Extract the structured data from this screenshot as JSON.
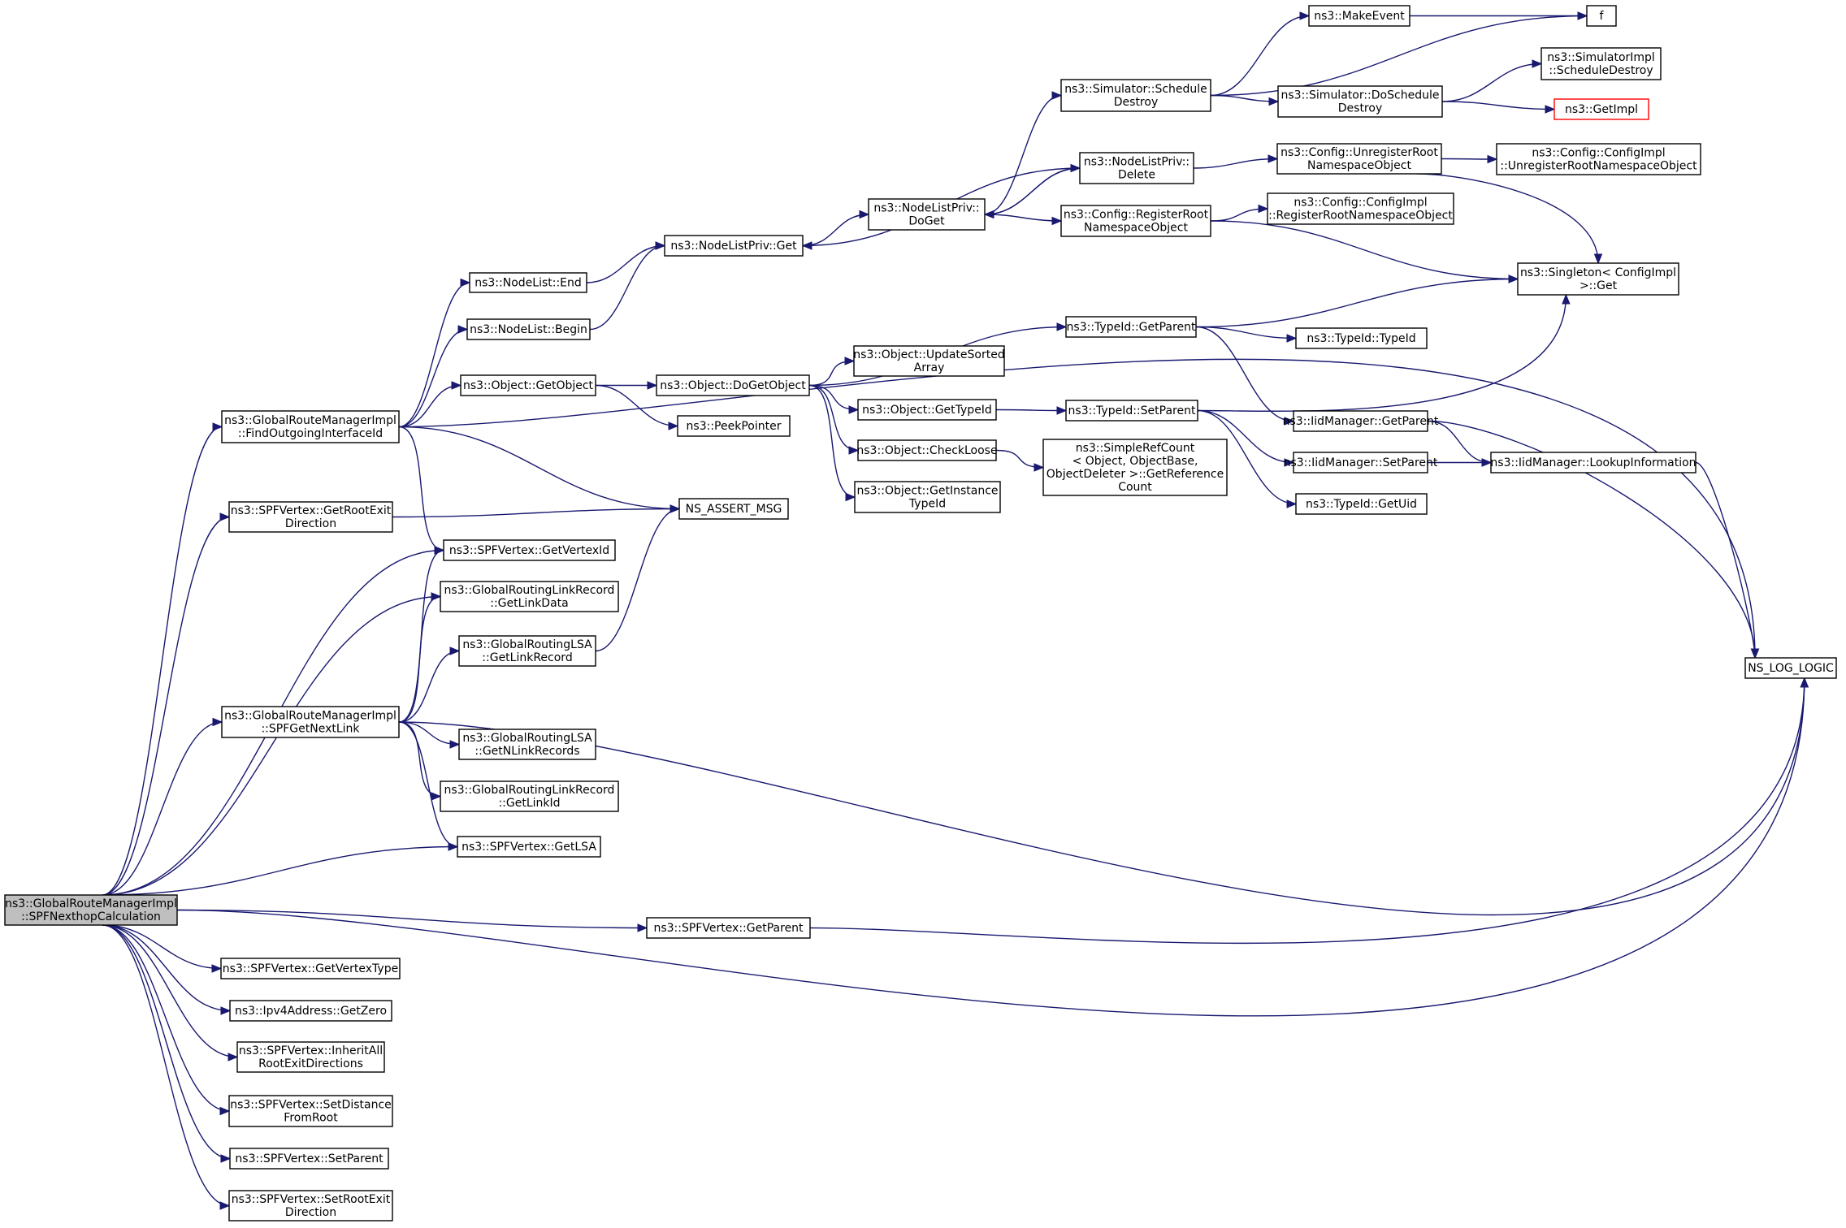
{
  "diagram": {
    "colors": {
      "edge": "#191970",
      "node_border": "#000000",
      "root_fill": "#bfbfbf",
      "truncated_border": "#ff0000"
    },
    "nodes": [
      {
        "id": "spfnexthop",
        "lines": [
          "ns3::GlobalRouteManagerImpl",
          "::SPFNexthopCalculation"
        ],
        "style": "root"
      },
      {
        "id": "findoutgoing",
        "lines": [
          "ns3::GlobalRouteManagerImpl",
          "::FindOutgoingInterfaceId"
        ]
      },
      {
        "id": "getrootexit",
        "lines": [
          "ns3::SPFVertex::GetRootExit",
          "Direction"
        ]
      },
      {
        "id": "getvertexid",
        "lines": [
          "ns3::SPFVertex::GetVertexId"
        ]
      },
      {
        "id": "getlinkdata",
        "lines": [
          "ns3::GlobalRoutingLinkRecord",
          "::GetLinkData"
        ]
      },
      {
        "id": "spfgetnextlink",
        "lines": [
          "ns3::GlobalRouteManagerImpl",
          "::SPFGetNextLink"
        ]
      },
      {
        "id": "getlsa",
        "lines": [
          "ns3::SPFVertex::GetLSA"
        ]
      },
      {
        "id": "nslog",
        "lines": [
          "NS_LOG_LOGIC"
        ]
      },
      {
        "id": "spfgetparent",
        "lines": [
          "ns3::SPFVertex::GetParent"
        ]
      },
      {
        "id": "getvertextype",
        "lines": [
          "ns3::SPFVertex::GetVertexType"
        ]
      },
      {
        "id": "ipv4zero",
        "lines": [
          "ns3::Ipv4Address::GetZero"
        ]
      },
      {
        "id": "inheritall",
        "lines": [
          "ns3::SPFVertex::InheritAll",
          "RootExitDirections"
        ]
      },
      {
        "id": "setdistance",
        "lines": [
          "ns3::SPFVertex::SetDistance",
          "FromRoot"
        ]
      },
      {
        "id": "spfsetparent",
        "lines": [
          "ns3::SPFVertex::SetParent"
        ]
      },
      {
        "id": "setrootexit",
        "lines": [
          "ns3::SPFVertex::SetRootExit",
          "Direction"
        ]
      },
      {
        "id": "nodelistend",
        "lines": [
          "ns3::NodeList::End"
        ]
      },
      {
        "id": "nodelistbegin",
        "lines": [
          "ns3::NodeList::Begin"
        ]
      },
      {
        "id": "getobject",
        "lines": [
          "ns3::Object::GetObject"
        ]
      },
      {
        "id": "nsassert",
        "lines": [
          "NS_ASSERT_MSG"
        ]
      },
      {
        "id": "getlinkrecord",
        "lines": [
          "ns3::GlobalRoutingLSA",
          "::GetLinkRecord"
        ]
      },
      {
        "id": "getnlinkrecords",
        "lines": [
          "ns3::GlobalRoutingLSA",
          "::GetNLinkRecords"
        ]
      },
      {
        "id": "getlinkid",
        "lines": [
          "ns3::GlobalRoutingLinkRecord",
          "::GetLinkId"
        ]
      },
      {
        "id": "nodelistprivget",
        "lines": [
          "ns3::NodeListPriv::Get"
        ]
      },
      {
        "id": "dogetobject",
        "lines": [
          "ns3::Object::DoGetObject"
        ]
      },
      {
        "id": "peekpointer",
        "lines": [
          "ns3::PeekPointer"
        ]
      },
      {
        "id": "nodelistprivdoget",
        "lines": [
          "ns3::NodeListPriv::",
          "DoGet"
        ]
      },
      {
        "id": "typeidgetparent",
        "lines": [
          "ns3::TypeId::GetParent"
        ]
      },
      {
        "id": "updatesorted",
        "lines": [
          "ns3::Object::UpdateSorted",
          "Array"
        ]
      },
      {
        "id": "gettypeid",
        "lines": [
          "ns3::Object::GetTypeId"
        ]
      },
      {
        "id": "checkloose",
        "lines": [
          "ns3::Object::CheckLoose"
        ]
      },
      {
        "id": "getinstancetypeid",
        "lines": [
          "ns3::Object::GetInstance",
          "TypeId"
        ]
      },
      {
        "id": "simschedule",
        "lines": [
          "ns3::Simulator::Schedule",
          "Destroy"
        ]
      },
      {
        "id": "nodelistprivdelete",
        "lines": [
          "ns3::NodeListPriv::",
          "Delete"
        ]
      },
      {
        "id": "configregister",
        "lines": [
          "ns3::Config::RegisterRoot",
          "NamespaceObject"
        ]
      },
      {
        "id": "typeidsetparent",
        "lines": [
          "ns3::TypeId::SetParent"
        ]
      },
      {
        "id": "simplerefcount",
        "lines": [
          "ns3::SimpleRefCount",
          "< Object, ObjectBase,",
          "ObjectDeleter >::GetReference",
          "Count"
        ]
      },
      {
        "id": "makeevent",
        "lines": [
          "ns3::MakeEvent"
        ]
      },
      {
        "id": "simdoschedule",
        "lines": [
          "ns3::Simulator::DoSchedule",
          "Destroy"
        ]
      },
      {
        "id": "configunregister",
        "lines": [
          "ns3::Config::UnregisterRoot",
          "NamespaceObject"
        ]
      },
      {
        "id": "configimplregister",
        "lines": [
          "ns3::Config::ConfigImpl",
          "::RegisterRootNamespaceObject"
        ]
      },
      {
        "id": "typeidtypeid",
        "lines": [
          "ns3::TypeId::TypeId"
        ]
      },
      {
        "id": "iidgetparent",
        "lines": [
          "ns3::IidManager::GetParent"
        ]
      },
      {
        "id": "iidsetparent",
        "lines": [
          "ns3::IidManager::SetParent"
        ]
      },
      {
        "id": "typeidgetuid",
        "lines": [
          "ns3::TypeId::GetUid"
        ]
      },
      {
        "id": "f",
        "lines": [
          "f"
        ]
      },
      {
        "id": "simimplschedule",
        "lines": [
          "ns3::SimulatorImpl",
          "::ScheduleDestroy"
        ]
      },
      {
        "id": "getimpl",
        "lines": [
          "ns3::GetImpl"
        ],
        "style": "truncated"
      },
      {
        "id": "configimplunregister",
        "lines": [
          "ns3::Config::ConfigImpl",
          "::UnregisterRootNamespaceObject"
        ]
      },
      {
        "id": "singleton",
        "lines": [
          "ns3::Singleton< ConfigImpl",
          ">::Get"
        ]
      },
      {
        "id": "lookupinfo",
        "lines": [
          "ns3::IidManager::LookupInformation"
        ]
      }
    ],
    "edges": [
      [
        "spfnexthop",
        "findoutgoing"
      ],
      [
        "spfnexthop",
        "getrootexit"
      ],
      [
        "spfnexthop",
        "getvertexid"
      ],
      [
        "spfnexthop",
        "getlinkdata"
      ],
      [
        "spfnexthop",
        "spfgetnextlink"
      ],
      [
        "spfnexthop",
        "getlsa"
      ],
      [
        "spfnexthop",
        "nslog"
      ],
      [
        "spfnexthop",
        "spfgetparent"
      ],
      [
        "spfnexthop",
        "getvertextype"
      ],
      [
        "spfnexthop",
        "ipv4zero"
      ],
      [
        "spfnexthop",
        "inheritall"
      ],
      [
        "spfnexthop",
        "setdistance"
      ],
      [
        "spfnexthop",
        "spfsetparent"
      ],
      [
        "spfnexthop",
        "setrootexit"
      ],
      [
        "findoutgoing",
        "nodelistend"
      ],
      [
        "findoutgoing",
        "nodelistbegin"
      ],
      [
        "findoutgoing",
        "getobject"
      ],
      [
        "findoutgoing",
        "nsassert"
      ],
      [
        "findoutgoing",
        "getvertexid"
      ],
      [
        "findoutgoing",
        "nslog"
      ],
      [
        "getrootexit",
        "nsassert"
      ],
      [
        "spfgetnextlink",
        "getvertexid"
      ],
      [
        "spfgetnextlink",
        "getlinkdata"
      ],
      [
        "spfgetnextlink",
        "getlinkrecord"
      ],
      [
        "spfgetnextlink",
        "getnlinkrecords"
      ],
      [
        "spfgetnextlink",
        "getlinkid"
      ],
      [
        "spfgetnextlink",
        "getlsa"
      ],
      [
        "spfgetnextlink",
        "nslog"
      ],
      [
        "spfgetparent",
        "nslog"
      ],
      [
        "nodelistend",
        "nodelistprivget"
      ],
      [
        "nodelistbegin",
        "nodelistprivget"
      ],
      [
        "getobject",
        "dogetobject"
      ],
      [
        "getobject",
        "peekpointer"
      ],
      [
        "getlinkrecord",
        "nsassert"
      ],
      [
        "nodelistprivget",
        "nodelistprivdoget"
      ],
      [
        "dogetobject",
        "typeidgetparent"
      ],
      [
        "dogetobject",
        "updatesorted"
      ],
      [
        "dogetobject",
        "gettypeid"
      ],
      [
        "dogetobject",
        "checkloose"
      ],
      [
        "dogetobject",
        "getinstancetypeid"
      ],
      [
        "nodelistprivdoget",
        "simschedule"
      ],
      [
        "nodelistprivdoget",
        "nodelistprivdelete"
      ],
      [
        "nodelistprivdoget",
        "configregister"
      ],
      [
        "nodelistprivdelete",
        "nodelistprivdoget"
      ],
      [
        "nodelistprivdelete",
        "nodelistprivget"
      ],
      [
        "nodelistprivdelete",
        "configunregister"
      ],
      [
        "simschedule",
        "makeevent"
      ],
      [
        "simschedule",
        "f"
      ],
      [
        "simschedule",
        "simdoschedule"
      ],
      [
        "makeevent",
        "f"
      ],
      [
        "simdoschedule",
        "simimplschedule"
      ],
      [
        "simdoschedule",
        "getimpl"
      ],
      [
        "configunregister",
        "configimplunregister"
      ],
      [
        "configunregister",
        "singleton"
      ],
      [
        "configregister",
        "configimplregister"
      ],
      [
        "configregister",
        "singleton"
      ],
      [
        "typeidgetparent",
        "singleton"
      ],
      [
        "typeidgetparent",
        "typeidtypeid"
      ],
      [
        "typeidgetparent",
        "iidgetparent"
      ],
      [
        "gettypeid",
        "typeidsetparent"
      ],
      [
        "typeidsetparent",
        "singleton"
      ],
      [
        "typeidsetparent",
        "iidsetparent"
      ],
      [
        "typeidsetparent",
        "typeidgetuid"
      ],
      [
        "checkloose",
        "simplerefcount"
      ],
      [
        "iidgetparent",
        "lookupinfo"
      ],
      [
        "iidgetparent",
        "nslog"
      ],
      [
        "iidsetparent",
        "lookupinfo"
      ],
      [
        "lookupinfo",
        "nslog"
      ]
    ]
  }
}
